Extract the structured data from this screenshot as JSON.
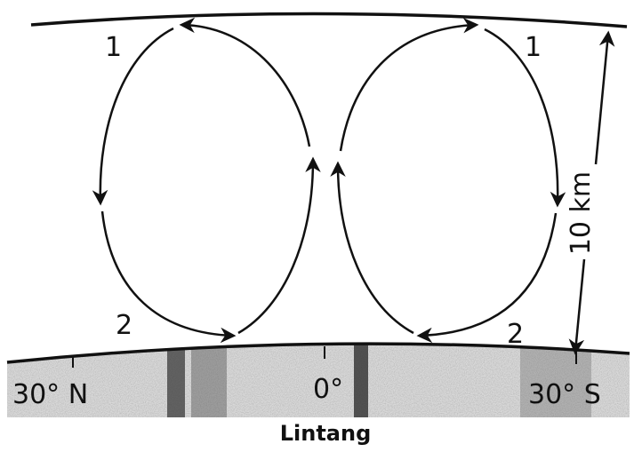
{
  "labels": {
    "left_upper": "1",
    "right_upper": "1",
    "left_lower": "2",
    "right_lower": "2",
    "lat_north": "30° N",
    "lat_equator": "0°",
    "lat_south": "30° S",
    "height_scale": "10 km",
    "axis_title": "Lintang"
  },
  "colors": {
    "ink": "#111111",
    "ground_texture": "#9a9a9a",
    "ground_dark_band": "#3a3a3a"
  }
}
